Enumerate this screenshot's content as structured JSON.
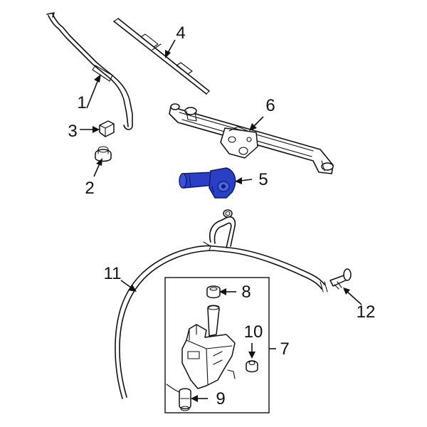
{
  "callouts": [
    {
      "id": "1",
      "label": "1"
    },
    {
      "id": "2",
      "label": "2"
    },
    {
      "id": "3",
      "label": "3"
    },
    {
      "id": "4",
      "label": "4"
    },
    {
      "id": "5",
      "label": "5"
    },
    {
      "id": "6",
      "label": "6"
    },
    {
      "id": "7",
      "label": "7"
    },
    {
      "id": "8",
      "label": "8"
    },
    {
      "id": "9",
      "label": "9"
    },
    {
      "id": "10",
      "label": "10"
    },
    {
      "id": "11",
      "label": "11"
    },
    {
      "id": "12",
      "label": "12"
    }
  ],
  "colors": {
    "line": "#111111",
    "highlight_fill": "#2a3fc4",
    "highlight_stroke": "#0c1a78",
    "background": "#ffffff"
  }
}
